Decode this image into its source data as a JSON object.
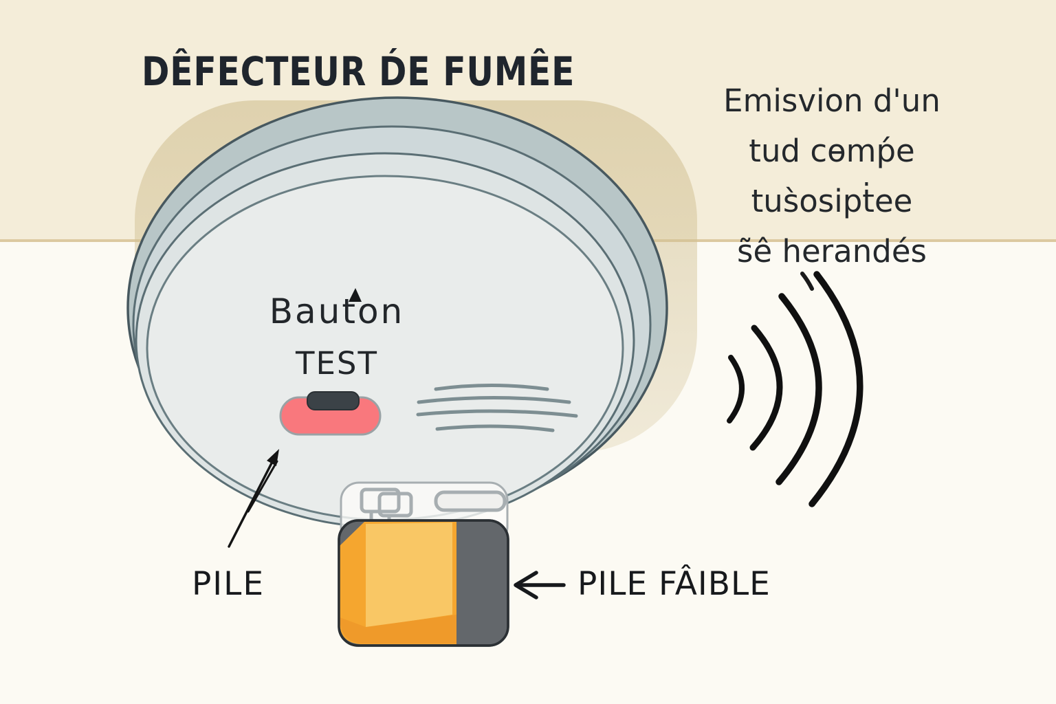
{
  "title": "DÊFECTEUR D́E FUMÊE",
  "emission_note": {
    "lines": [
      "Emisvion d'un",
      "tud cɵmṕe",
      "tus̀osipṫee",
      "s̃ê herandés"
    ]
  },
  "detector": {
    "button_label_line1": "Bauton",
    "button_label_line2": "TEST"
  },
  "battery": {
    "label": "PILE",
    "low_battery_label": "PILE FÂIBLE"
  },
  "colors": {
    "ceiling": "#f4edd9",
    "wall": "#fcfaf3",
    "ceiling_line": "#dcc9a0",
    "detector_shadow": "#d2c194",
    "ring_outer": "#b8c6c7",
    "ring_mid": "#ced8da",
    "ring_inner": "#dee4e4",
    "face": "#e9eceb",
    "outline": "#5f7378",
    "test_button_red": "#f9787d",
    "test_button_slot": "#3b4247",
    "battery_orange": "#f5a62f",
    "battery_orange_light": "#f9c765",
    "battery_orange_dark": "#ef9a2a",
    "battery_gray": "#63676b",
    "ink": "#1c2126"
  }
}
